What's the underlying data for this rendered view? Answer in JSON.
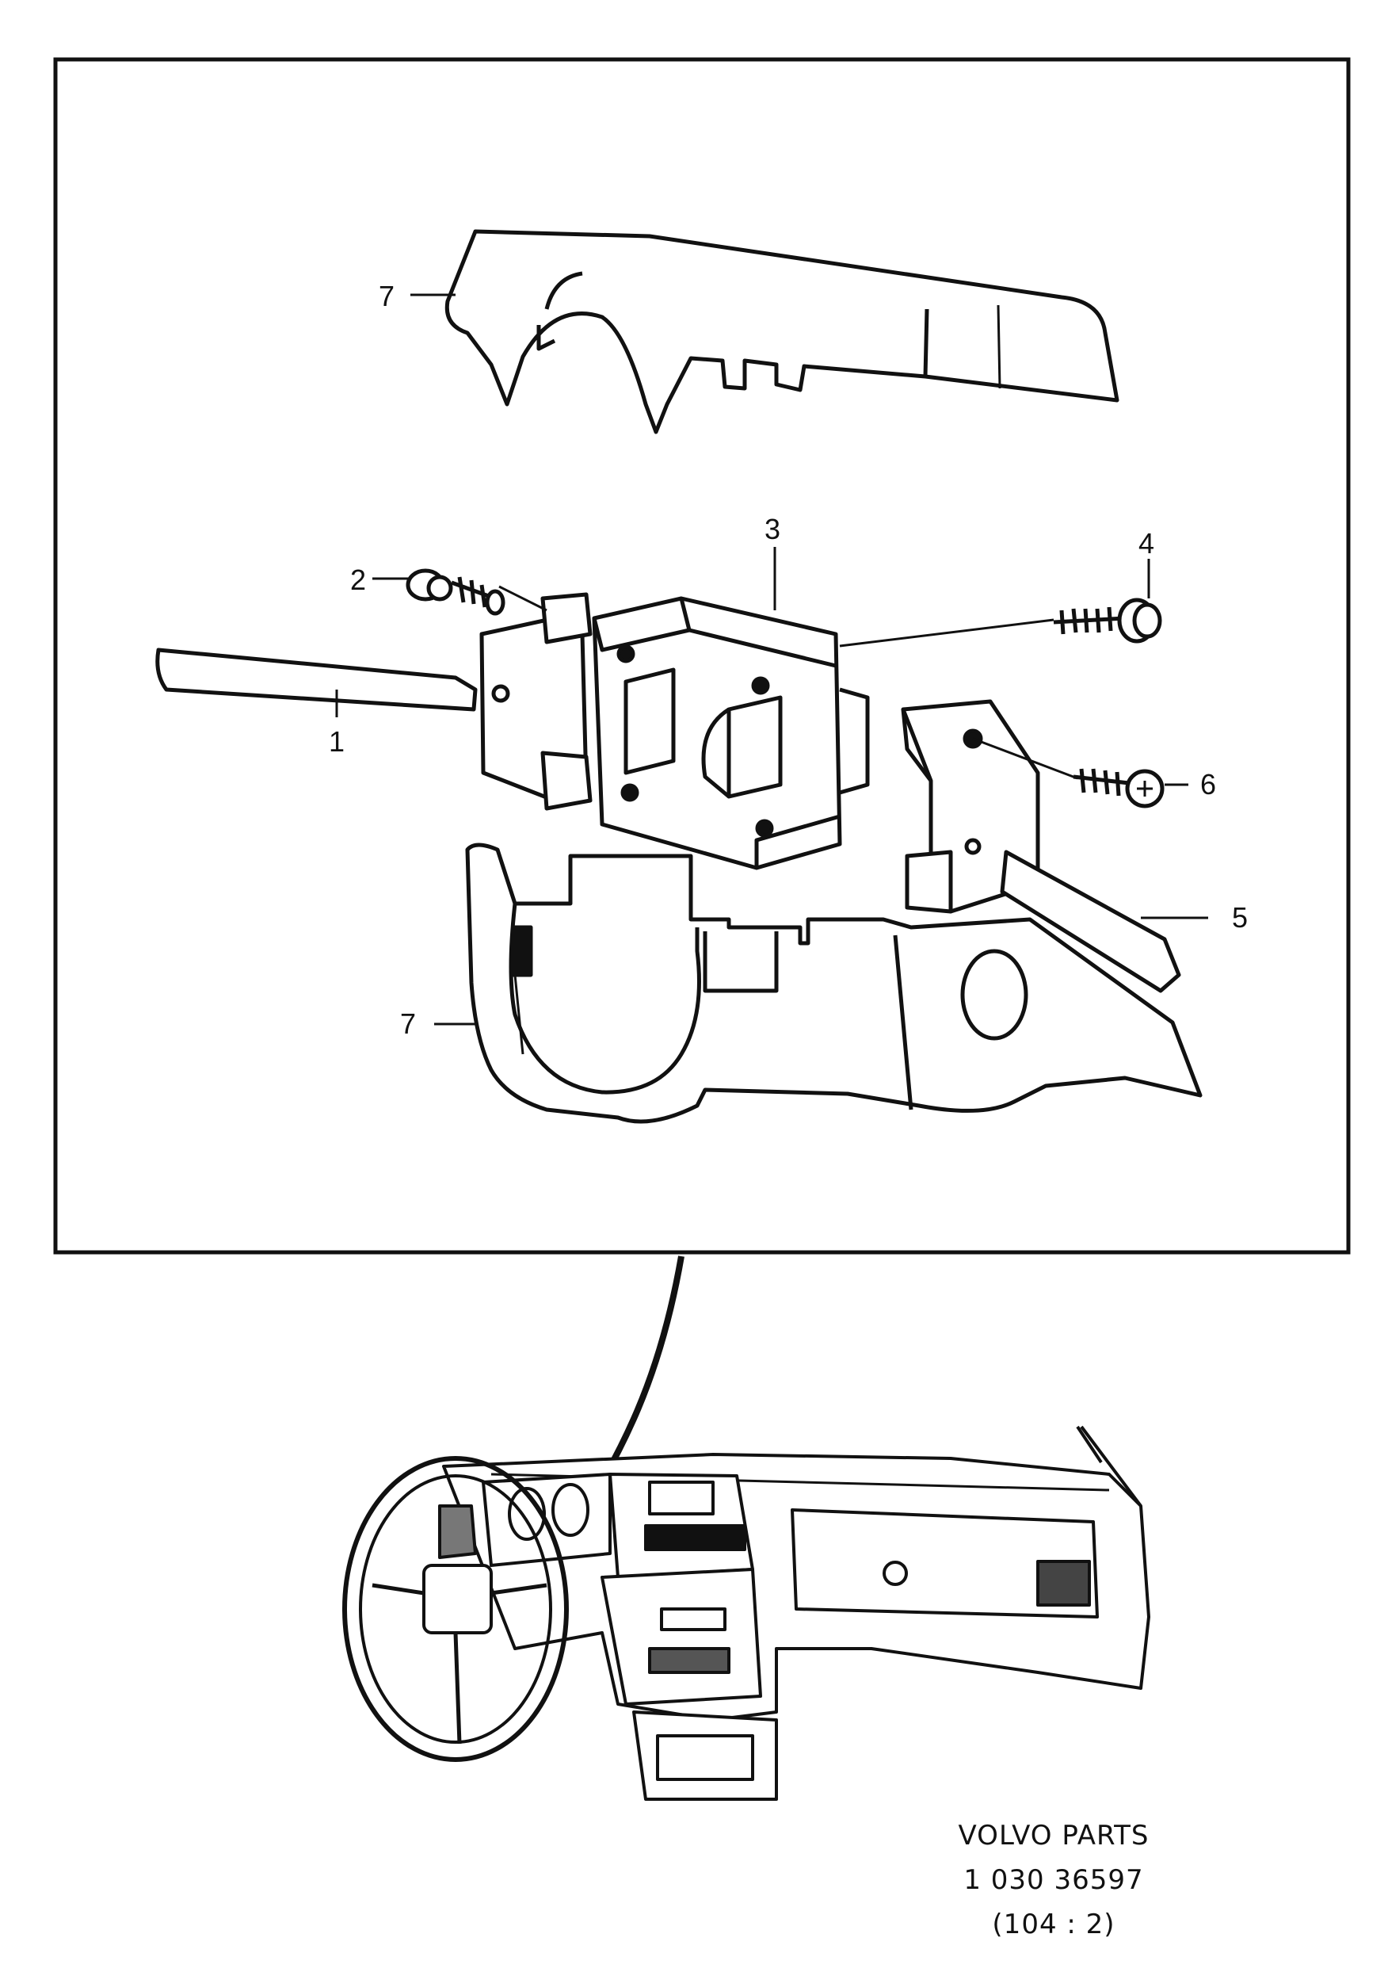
{
  "diagram": {
    "callouts": [
      {
        "id": "7a",
        "text": "7"
      },
      {
        "id": "2",
        "text": "2"
      },
      {
        "id": "3",
        "text": "3"
      },
      {
        "id": "4",
        "text": "4"
      },
      {
        "id": "1",
        "text": "1"
      },
      {
        "id": "6",
        "text": "6"
      },
      {
        "id": "5",
        "text": "5"
      },
      {
        "id": "7b",
        "text": "7"
      }
    ]
  },
  "footer": {
    "brand": "VOLVO  PARTS",
    "part_number": "1 030  36597",
    "ref": "(104 : 2)"
  },
  "colors": {
    "ink": "#111111",
    "paper": "#ffffff"
  }
}
